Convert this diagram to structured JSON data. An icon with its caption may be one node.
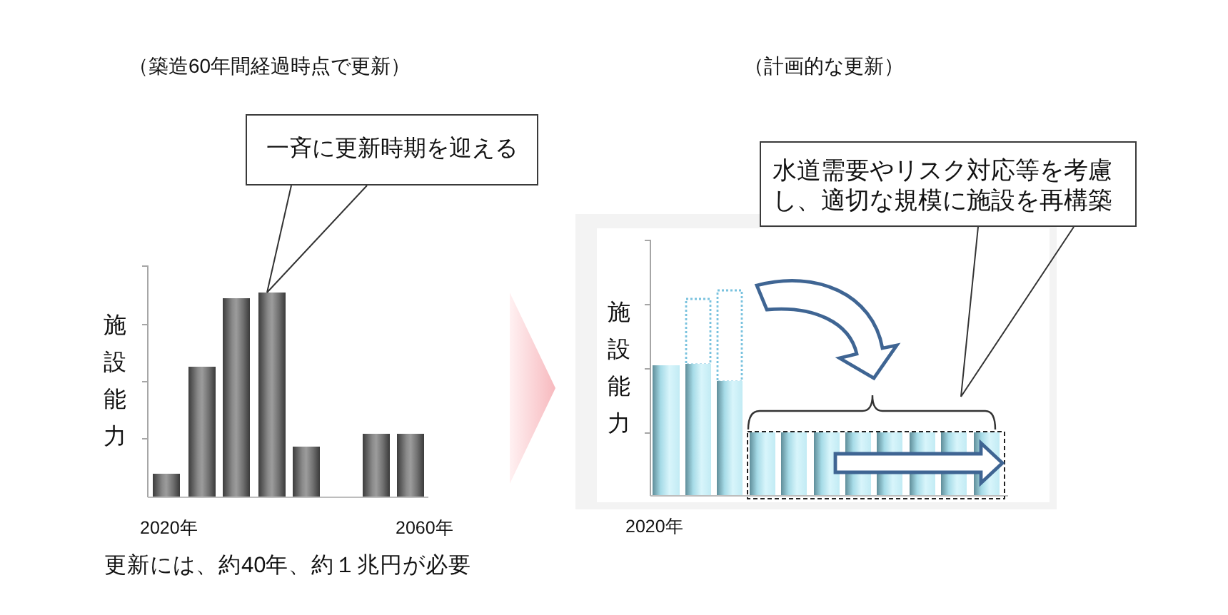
{
  "diagram": {
    "nodes": [
      {
        "text": [
          "一斉に更新時期を迎える"
        ]
      },
      {
        "text": [
          "水道需要やリスク対応等を考慮し、適切な規模に施設を再構築"
        ]
      }
    ],
    "edges": [
      {
        "from": 0,
        "to": null,
        "arrow": "none"
      },
      {
        "from": 1,
        "to": null,
        "arrow": "none"
      }
    ],
    "labels": [
      "（築造60年間経過時点で更新）",
      "（計画的な更新）",
      "施設能力",
      "2020年",
      "2060年",
      "更新には、約40年、約１兆円が必要",
      "施設能力",
      "2020年"
    ]
  }
}
